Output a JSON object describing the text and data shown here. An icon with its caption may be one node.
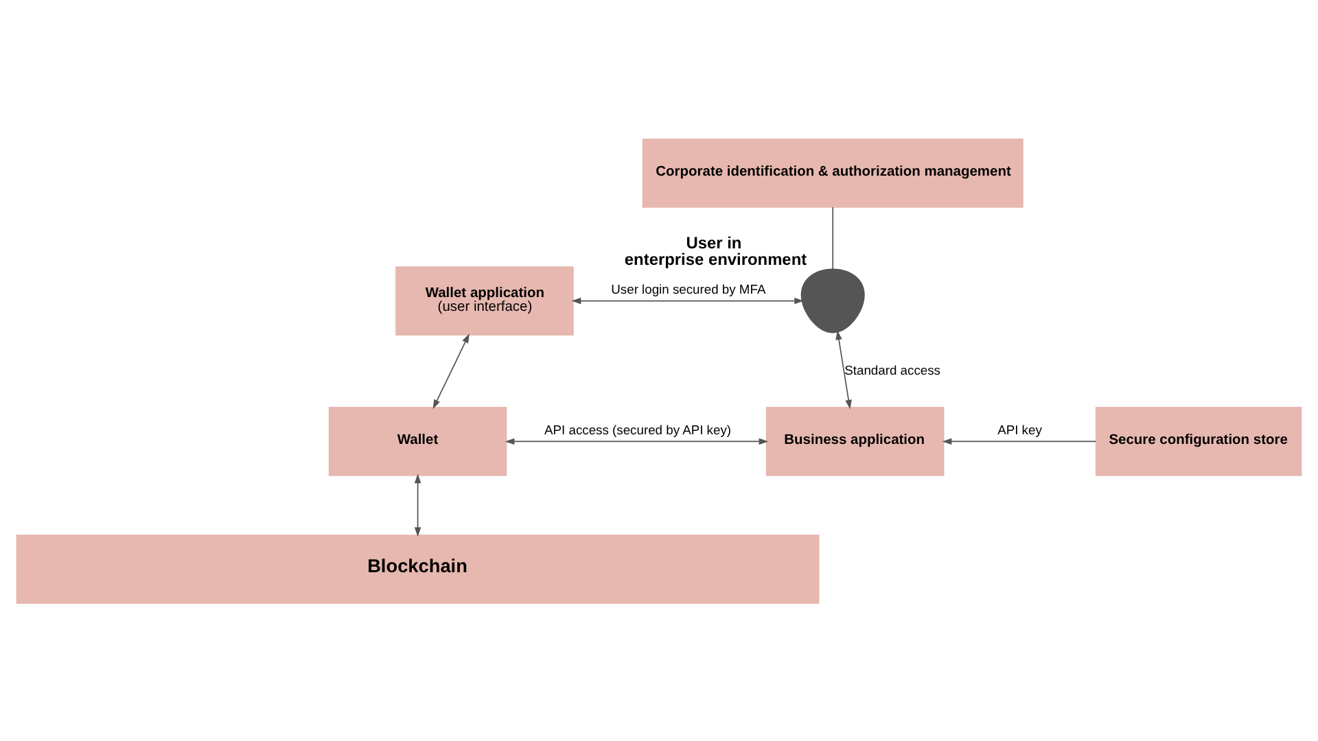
{
  "diagram": {
    "nodes": [
      {
        "text": [
          "Corporate identification & authorization management"
        ]
      },
      {
        "text": [
          "Wallet application",
          "(user interface)"
        ]
      },
      {
        "text": [],
        "shape": "person",
        "beside": [
          "User in enterprise environment"
        ]
      },
      {
        "text": [
          "Wallet"
        ]
      },
      {
        "text": [
          "Business application"
        ]
      },
      {
        "text": [
          "Secure configuration store"
        ]
      },
      {
        "text": [
          "Blockchain"
        ]
      }
    ],
    "edges": [
      {
        "from": 1,
        "to": 2,
        "arrow": "both",
        "label": "User login secured by MFA"
      },
      {
        "from": 0,
        "to": 2,
        "arrow": "none"
      },
      {
        "from": 1,
        "to": 3,
        "arrow": "both"
      },
      {
        "from": 3,
        "to": 4,
        "arrow": "both",
        "label": "API access (secured by API key)"
      },
      {
        "from": 4,
        "to": 2,
        "arrow": "both",
        "label": "Standard access"
      },
      {
        "from": 5,
        "to": 4,
        "arrow": "to",
        "label": "API key"
      },
      {
        "from": 3,
        "to": 6,
        "arrow": "both"
      }
    ]
  }
}
